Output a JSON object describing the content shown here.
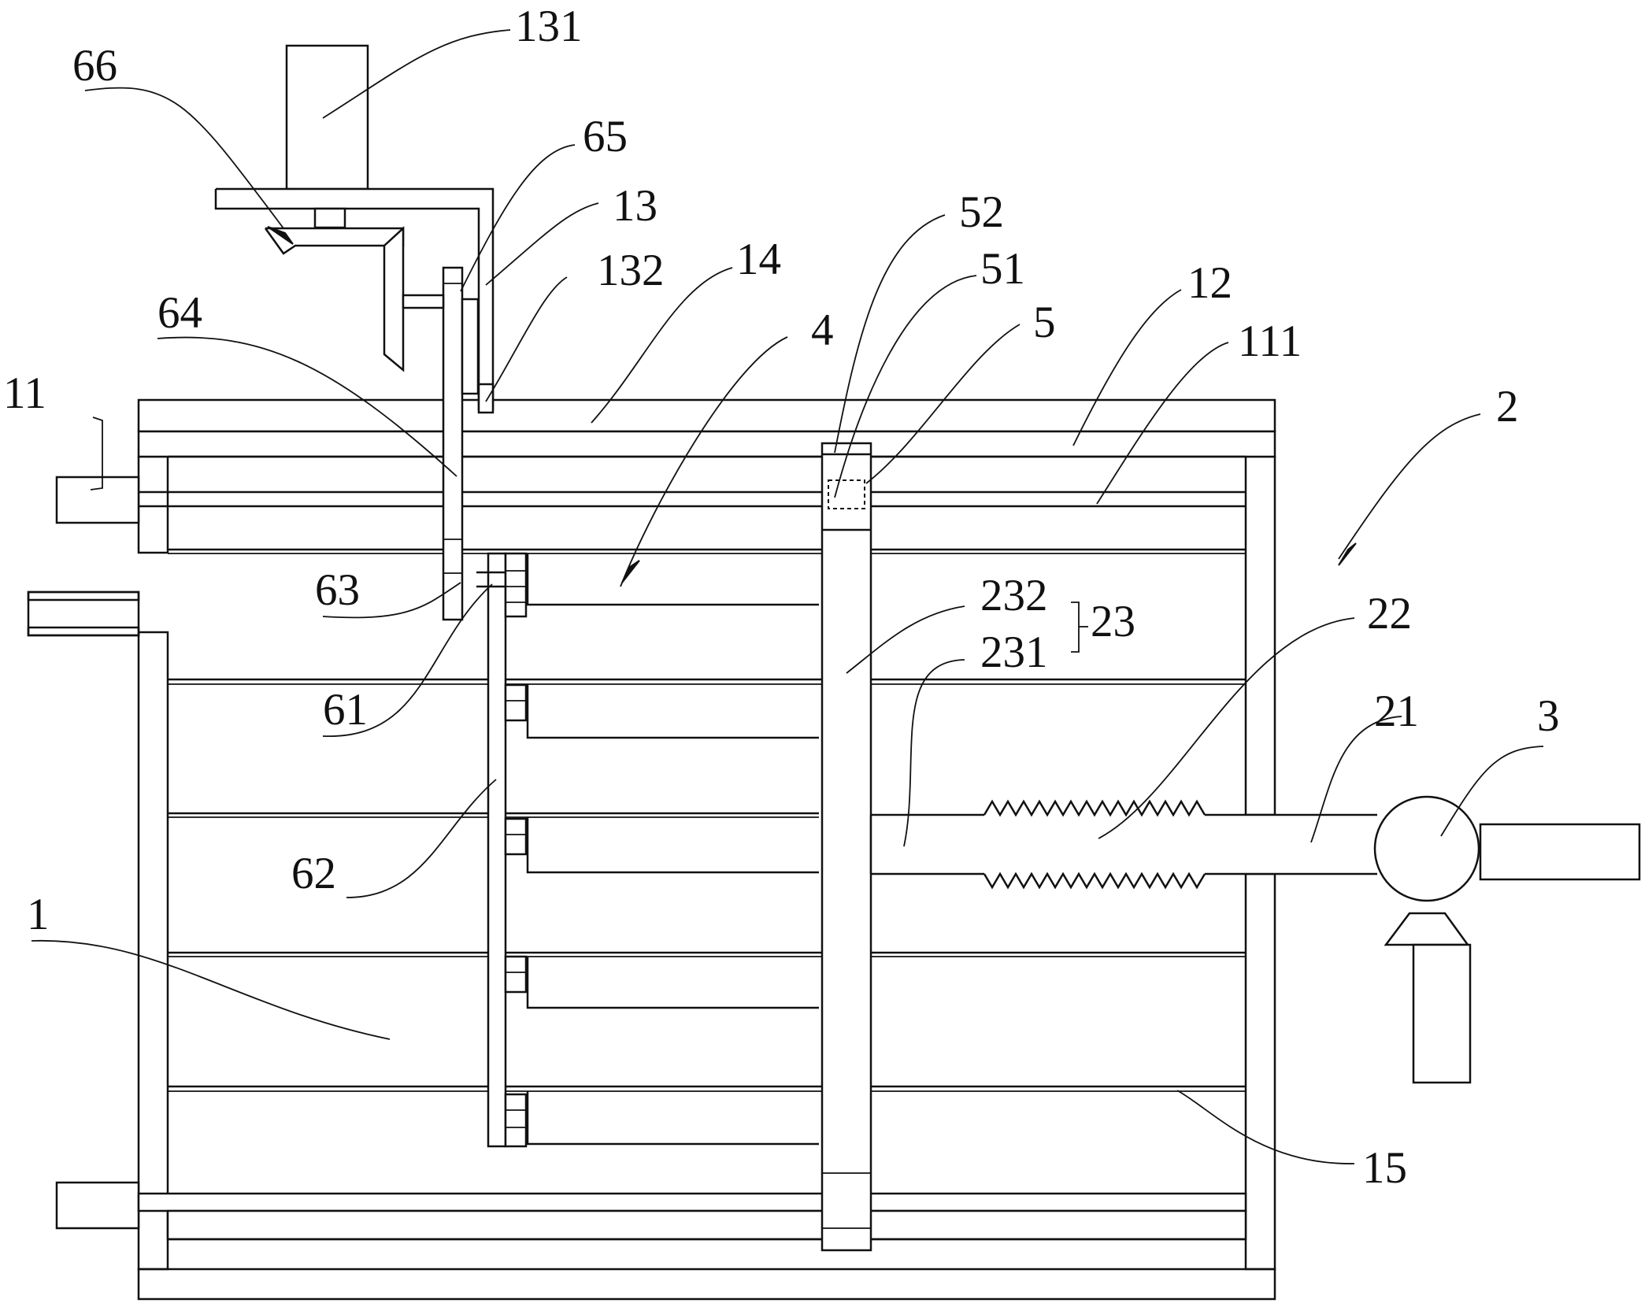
{
  "labels": {
    "l1": "1",
    "l2": "2",
    "l3": "3",
    "l4": "4",
    "l5": "5",
    "l11": "11",
    "l12": "12",
    "l13": "13",
    "l14": "14",
    "l15": "15",
    "l21": "21",
    "l22": "22",
    "l23": "23",
    "l51": "51",
    "l52": "52",
    "l61": "61",
    "l62": "62",
    "l63": "63",
    "l64": "64",
    "l65": "65",
    "l66": "66",
    "l111": "111",
    "l131": "131",
    "l132": "132",
    "l231": "231",
    "l232": "232"
  },
  "colors": {
    "line": "#111111",
    "background": "#ffffff"
  }
}
